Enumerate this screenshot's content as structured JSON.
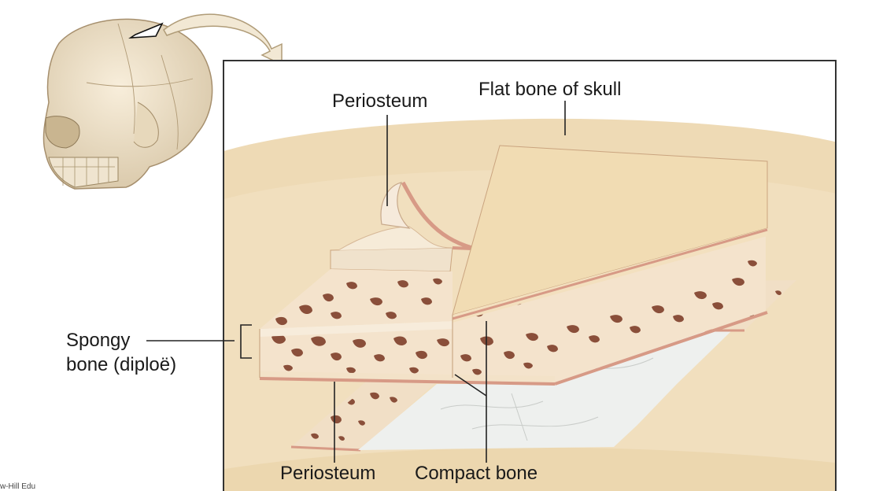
{
  "labels": {
    "flat_bone": "Flat bone of skull",
    "periosteum_top": "Periosteum",
    "spongy_line1": "Spongy",
    "spongy_line2": "bone (diploë)",
    "periosteum_bottom": "Periosteum",
    "compact_bone": "Compact bone"
  },
  "credit": "w-Hill Edu",
  "colors": {
    "bone_surface": "#f1dcb3",
    "spongy_fill": "#f4e3cc",
    "spongy_holes": "#8a4f3a",
    "periosteum": "#d79a86",
    "dura": "#eef0ee",
    "frame": "#333333"
  }
}
